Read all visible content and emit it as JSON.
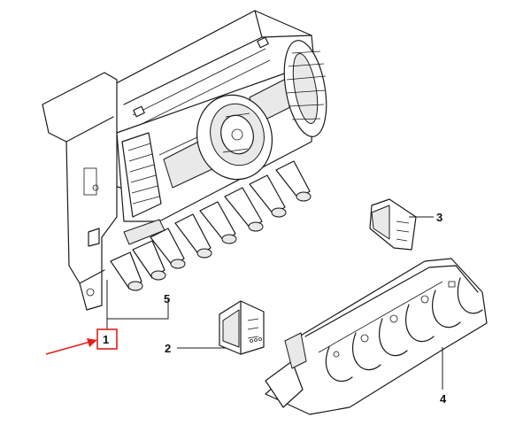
{
  "callouts": {
    "c1": "1",
    "c2": "2",
    "c3": "3",
    "c4": "4",
    "c5": "5"
  },
  "colors": {
    "line": "#1a1a1a",
    "highlight": "#e0201c",
    "fill_grey": "#e9e9e9"
  }
}
